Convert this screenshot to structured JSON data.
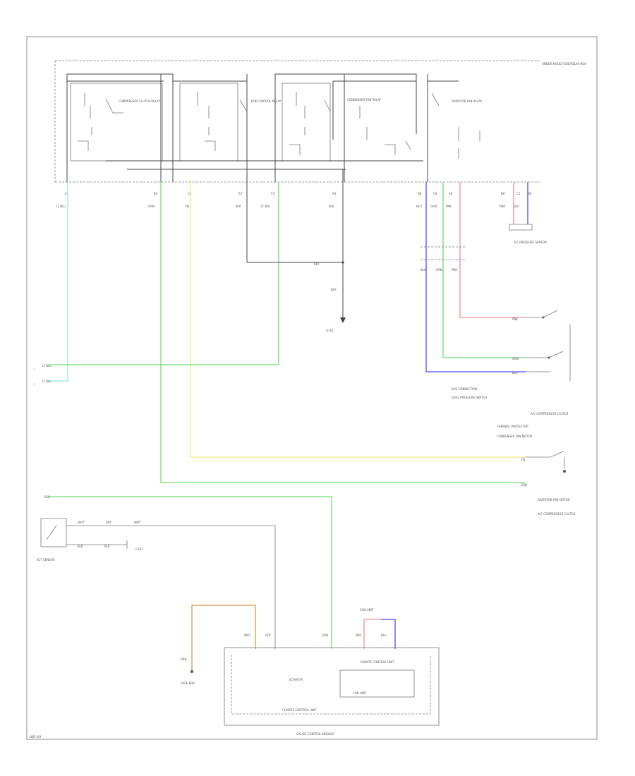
{
  "diagram": {
    "page_code": "W/D 6/8",
    "wire_colors": {
      "lt_blu": "#8fe8ee",
      "grn": "#6fdd6f",
      "yel": "#eeee77",
      "blk": "#555555",
      "pnk": "#f28c9c",
      "blu": "#4a4aff",
      "brn": "#cc9a4a",
      "gry": "#999999"
    },
    "components": {
      "under_hood_box": "UNDER-HOOD FUSE/RELAY BOX",
      "relay_1": "COMPRESSOR CLUTCH RELAY",
      "relay_2": "FAN CONTROL RELAY",
      "relay_3": "CONDENSER FAN RELAY",
      "relay_4": "RADIATOR FAN RELAY",
      "ground": "G101",
      "dual_pressure_switch": "DUAL PRESSURE SWITCH",
      "ac_pressure_sensor": "A/C PRESSURE SENSOR",
      "compressor_clutch": "A/C COMPRESSOR CLUTCH",
      "thermal_protector": "THERMAL PROTECTOR",
      "condenser_fan_motor": "CONDENSER FAN MOTOR",
      "radiator_fan_motor": "RADIATOR FAN MOTOR",
      "ect_sensor": "ECT SENSOR",
      "fuse_box_bottom": "FUSE BOX",
      "climate_control_unit": "CLIMATE CONTROL UNIT",
      "bus_connection": "BUS CONNECTION",
      "can_unit": "CAN UNIT",
      "ecm_pcm": "ECM/PCM",
      "gauge_control_module": "GAUGE CONTROL MODULE"
    },
    "pins": {
      "a": "A1",
      "b": "B2",
      "c": "C3",
      "d": "A7",
      "e": "C5",
      "f": "A4",
      "g": "B6",
      "h": "C9",
      "i": "A6",
      "j": "B8",
      "k": "C2",
      "l": "D4"
    },
    "wire_labels": {
      "ltblu": "LT BLU",
      "grn": "GRN",
      "yel": "YEL",
      "blk": "BLK",
      "pnk": "PNK",
      "blu": "BLU",
      "brn": "BRN",
      "gry": "GRY",
      "wht": "WHT"
    }
  }
}
